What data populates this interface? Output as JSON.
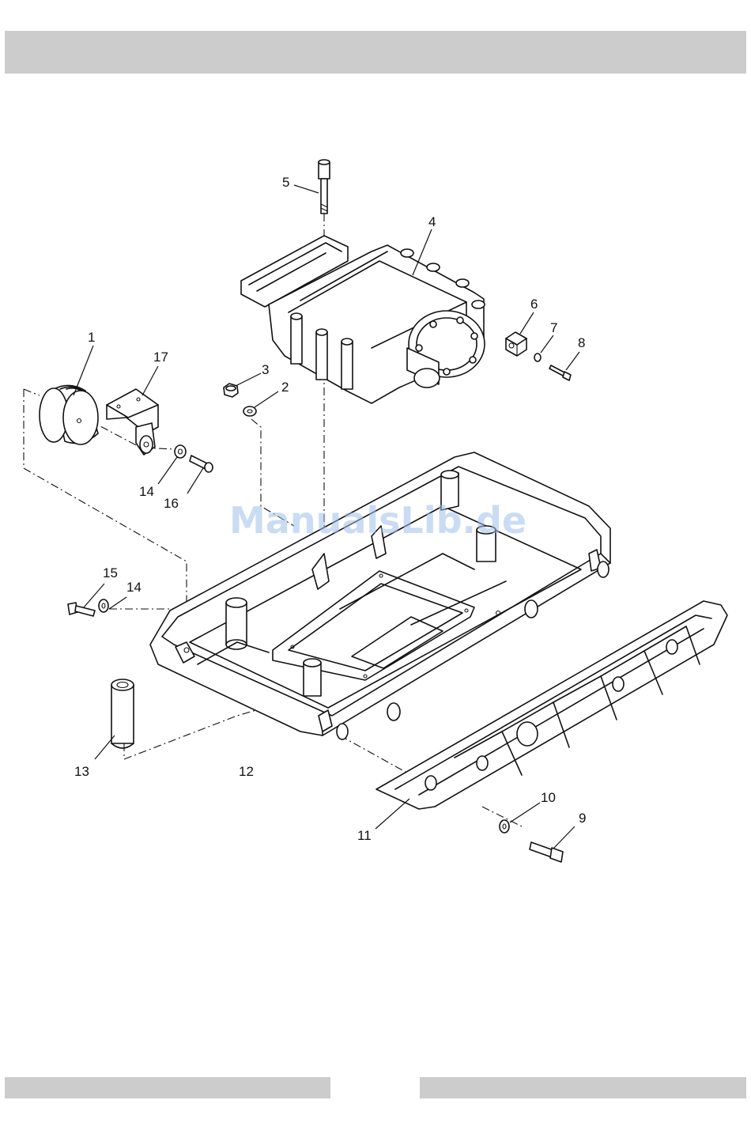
{
  "callouts": [
    {
      "id": "c1",
      "label": "1"
    },
    {
      "id": "c2",
      "label": "2"
    },
    {
      "id": "c3",
      "label": "3"
    },
    {
      "id": "c4",
      "label": "4"
    },
    {
      "id": "c5",
      "label": "5"
    },
    {
      "id": "c6",
      "label": "6"
    },
    {
      "id": "c7",
      "label": "7"
    },
    {
      "id": "c8",
      "label": "8"
    },
    {
      "id": "c9",
      "label": "9"
    },
    {
      "id": "c10",
      "label": "10"
    },
    {
      "id": "c11",
      "label": "11"
    },
    {
      "id": "c12",
      "label": "12"
    },
    {
      "id": "c13",
      "label": "13"
    },
    {
      "id": "c14a",
      "label": "14"
    },
    {
      "id": "c14b",
      "label": "14"
    },
    {
      "id": "c15",
      "label": "15"
    },
    {
      "id": "c16",
      "label": "16"
    },
    {
      "id": "c17",
      "label": "17"
    }
  ],
  "watermark": "ManualsLib.de",
  "colors": {
    "bars": "#cccccc",
    "watermark": "#9ec0ea",
    "lines": "#111111"
  }
}
